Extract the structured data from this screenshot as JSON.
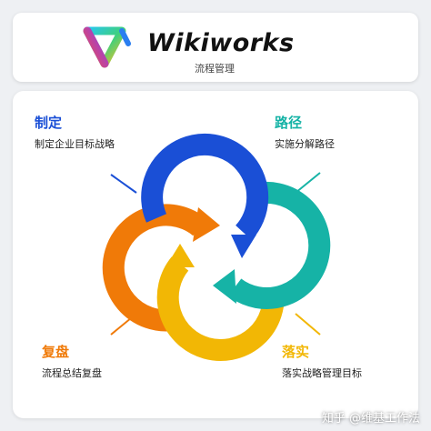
{
  "header": {
    "brand": "Wikiworks",
    "subtitle": "流程管理"
  },
  "stages": [
    {
      "title": "制定",
      "desc": "制定企业目标战略",
      "color": "#1a4fd6",
      "icon": "blue-arrow"
    },
    {
      "title": "路径",
      "desc": "实施分解路径",
      "color": "#16b3a6",
      "icon": "teal-arrow"
    },
    {
      "title": "落实",
      "desc": "落实战略管理目标",
      "color": "#f2b705",
      "icon": "yellow-arrow"
    },
    {
      "title": "复盘",
      "desc": "流程总结复盘",
      "color": "#f07a08",
      "icon": "orange-arrow"
    }
  ],
  "watermark": "知乎 @维基工作法"
}
